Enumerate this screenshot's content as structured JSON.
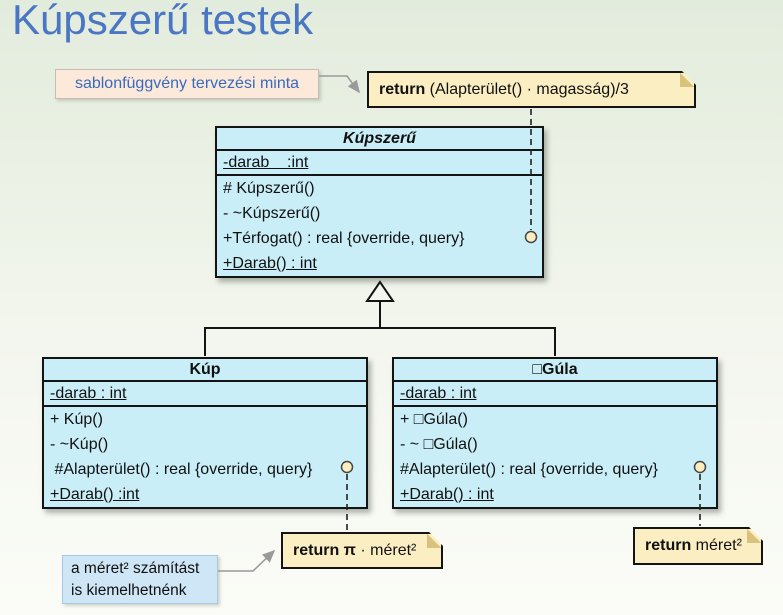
{
  "title": "Kúpszerű testek",
  "colors": {
    "title_text": "#4a76c4",
    "class_fill": "#c9eef7",
    "note_fill": "#fbeec2",
    "pink_callout_fill": "#fce9da",
    "pink_callout_text": "#3a6abf",
    "blue_callout_fill": "#cfe6f7",
    "border": "#141414",
    "arrow": "#9a9a9a"
  },
  "pink_callout": {
    "text": "sablonfüggvény tervezési minta"
  },
  "note_top": {
    "keyword": "return",
    "rest": " (Alapterület() · magasság)/3"
  },
  "classes": {
    "kupszeru": {
      "name": "Kúpszerű",
      "field": "-darab    :int",
      "methods": [
        "# Kúpszerű()",
        "- ~Kúpszerű()",
        "+Térfogat() : real {override, query}",
        "+Darab() : int"
      ]
    },
    "kup": {
      "name": "Kúp",
      "field": "-darab : int",
      "methods": [
        "+ Kúp()",
        "- ~Kúp()",
        " #Alapterület() : real {override, query}",
        "+Darab() :int"
      ]
    },
    "gula": {
      "name": "□Gúla",
      "field": "-darab : int",
      "methods": [
        "+ □Gúla()",
        "- ~ □Gúla()",
        "#Alapterület() : real {override, query}",
        "+Darab() : int"
      ]
    }
  },
  "note_pi": {
    "keyword": "return π",
    "rest": " · méret²"
  },
  "note_meret": {
    "keyword": "return",
    "rest": " méret²"
  },
  "blue_callout": {
    "line1": "a méret² számítást",
    "line2": "is kiemelhetnénk"
  }
}
